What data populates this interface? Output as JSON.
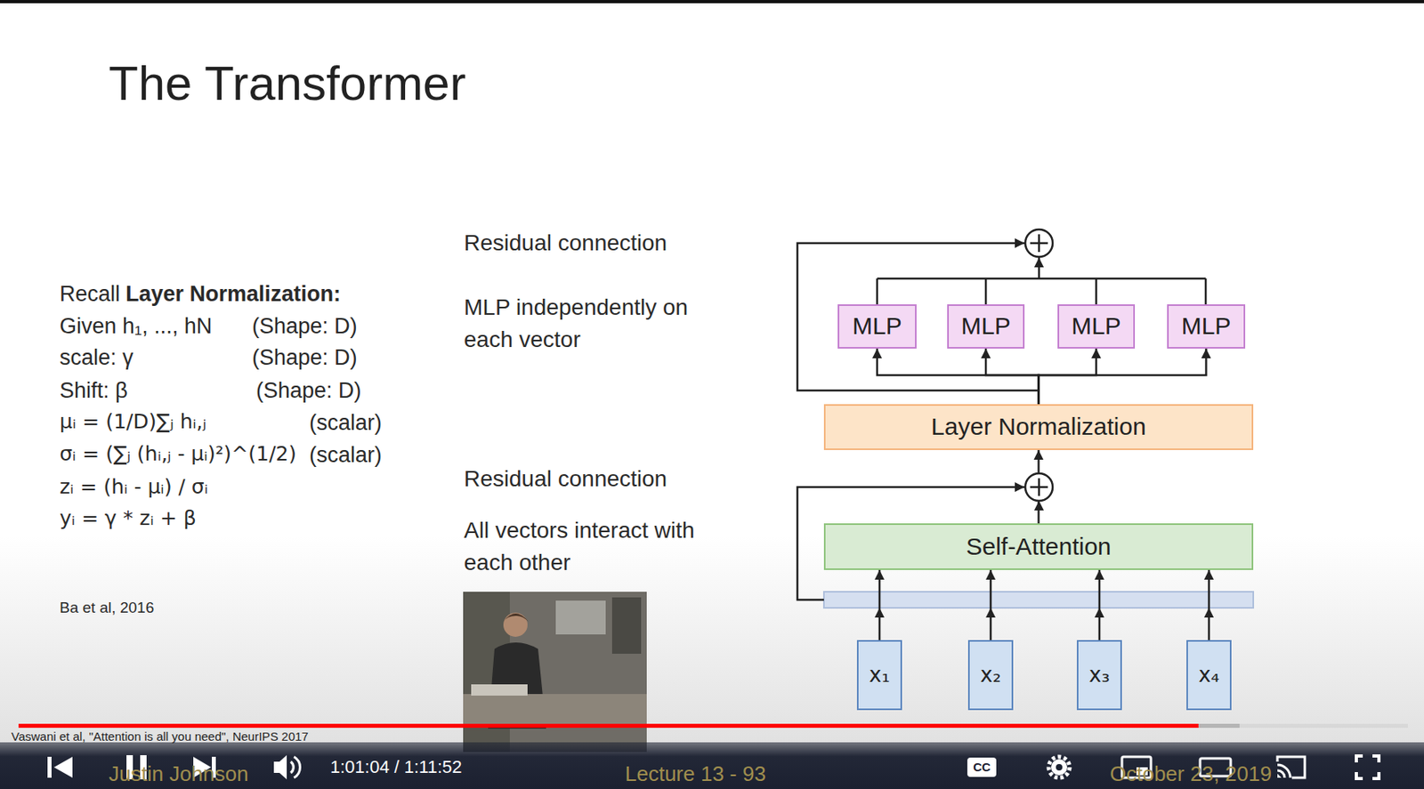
{
  "diagram": {
    "title": "The Transformer",
    "nodes": [
      {
        "text": [
          "MLP"
        ]
      },
      {
        "text": [
          "MLP"
        ]
      },
      {
        "text": [
          "MLP"
        ]
      },
      {
        "text": [
          "MLP"
        ]
      },
      {
        "text": [
          "Layer Normalization"
        ]
      },
      {
        "text": [
          "Self-Attention"
        ]
      },
      {
        "text": [
          "x₁"
        ]
      },
      {
        "text": [
          "x₂"
        ]
      },
      {
        "text": [
          "x₃"
        ]
      },
      {
        "text": [
          "x₄"
        ]
      }
    ],
    "edges": [
      {
        "from": 6,
        "to": 5,
        "arrow": "to"
      },
      {
        "from": 7,
        "to": 5,
        "arrow": "to"
      },
      {
        "from": 8,
        "to": 5,
        "arrow": "to"
      },
      {
        "from": 9,
        "to": 5,
        "arrow": "to"
      },
      {
        "from": 5,
        "to": 4,
        "arrow": "to"
      },
      {
        "from": 4,
        "to": 0,
        "arrow": "to"
      },
      {
        "from": 4,
        "to": 1,
        "arrow": "to"
      },
      {
        "from": 4,
        "to": 2,
        "arrow": "to"
      },
      {
        "from": 4,
        "to": 3,
        "arrow": "to"
      }
    ],
    "labels": [
      "Recall",
      "Layer Normalization:",
      "Given h₁, ..., hN",
      "(Shape: D)",
      "scale: γ",
      "(Shape: D)",
      "Shift: β",
      "(Shape: D)",
      "μᵢ = (1/D)∑ⱼ hᵢ,ⱼ",
      "(scalar)",
      "σᵢ = (∑ⱼ (hᵢ,ⱼ - μᵢ)²)^(1/2)",
      "(scalar)",
      "zᵢ = (hᵢ - μᵢ) / σᵢ",
      "yᵢ = γ * zᵢ + β",
      "Ba et al, 2016",
      "Residual connection",
      "MLP independently on each vector",
      "Residual connection",
      "All vectors interact with each other",
      "Vaswani et al, \"Attention is all you need\", NeurIPS 2017",
      "Justin Johnson",
      "Lecture 13 - 93",
      "October 23, 2019",
      "1:01:04 / 1:11:52",
      "CC"
    ]
  }
}
